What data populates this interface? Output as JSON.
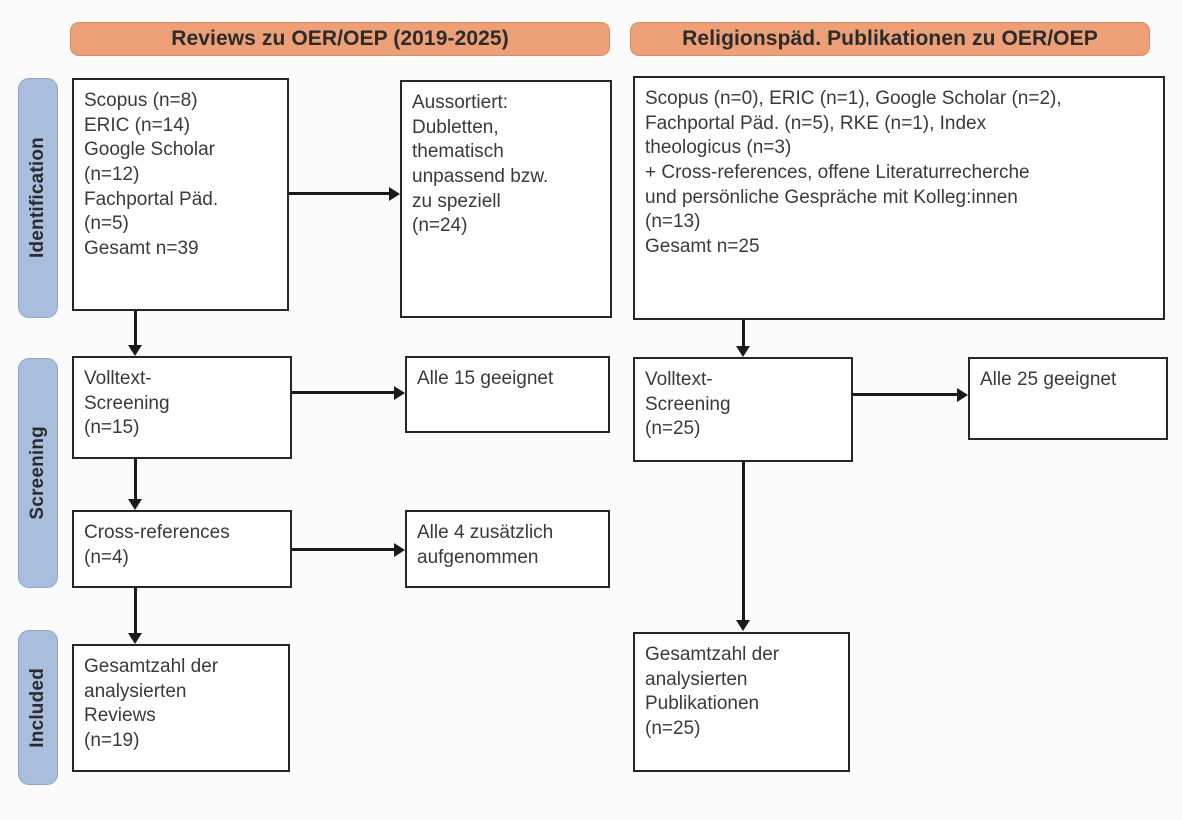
{
  "figure": {
    "type": "prisma-flow-diagram",
    "columns": 2,
    "accent_orange": "#eda077",
    "accent_blue": "#a9bddd",
    "box_border": "#262626"
  },
  "headers": {
    "left": "Reviews zu OER/OEP (2019-2025)",
    "right": "Religionspäd. Publikationen zu OER/OEP"
  },
  "stages": {
    "identification": "Identification",
    "screening": "Screening",
    "included": "Included"
  },
  "left_column": {
    "sources_box": {
      "lines": [
        "Scopus (n=8)",
        "ERIC (n=14)",
        "Google Scholar",
        "(n=12)",
        "Fachportal Päd.",
        "(n=5)",
        "Gesamt n=39"
      ]
    },
    "excluded_box": {
      "lines": [
        "Aussortiert:",
        "Dubletten,",
        "thematisch",
        "unpassend bzw.",
        "zu speziell",
        "(n=24)"
      ]
    },
    "fulltext_box": {
      "lines": [
        "Volltext-",
        "Screening",
        "(n=15)"
      ]
    },
    "fulltext_result_box": {
      "lines": [
        "Alle 15 geeignet"
      ]
    },
    "crossref_box": {
      "lines": [
        "Cross-references",
        "(n=4)"
      ]
    },
    "crossref_result_box": {
      "lines": [
        "Alle 4 zusätzlich",
        "aufgenommen"
      ]
    },
    "included_box": {
      "lines": [
        "Gesamtzahl der",
        "analysierten",
        "Reviews",
        "(n=19)"
      ]
    }
  },
  "right_column": {
    "sources_box": {
      "lines": [
        "Scopus (n=0), ERIC (n=1), Google Scholar (n=2),",
        "Fachportal Päd. (n=5), RKE (n=1), Index",
        "theologicus (n=3)",
        "+ Cross-references, offene Literaturrecherche",
        "und persönliche Gespräche mit Kolleg:innen",
        "(n=13)",
        "Gesamt n=25"
      ]
    },
    "fulltext_box": {
      "lines": [
        "Volltext-",
        "Screening",
        "(n=25)"
      ]
    },
    "fulltext_result_box": {
      "lines": [
        "Alle 25 geeignet"
      ]
    },
    "included_box": {
      "lines": [
        "Gesamtzahl der",
        "analysierten",
        "Publikationen",
        "(n=25)"
      ]
    }
  },
  "counts": {
    "left_scopus": 8,
    "left_eric": 14,
    "left_google_scholar": 12,
    "left_fachportal": 5,
    "left_total": 39,
    "left_excluded": 24,
    "left_fulltext": 15,
    "left_crossrefs": 4,
    "left_included": 19,
    "right_scopus": 0,
    "right_eric": 1,
    "right_google_scholar": 2,
    "right_fachportal": 5,
    "right_rke": 1,
    "right_index_theologicus": 3,
    "right_additional": 13,
    "right_total": 25,
    "right_fulltext": 25,
    "right_included": 25
  }
}
